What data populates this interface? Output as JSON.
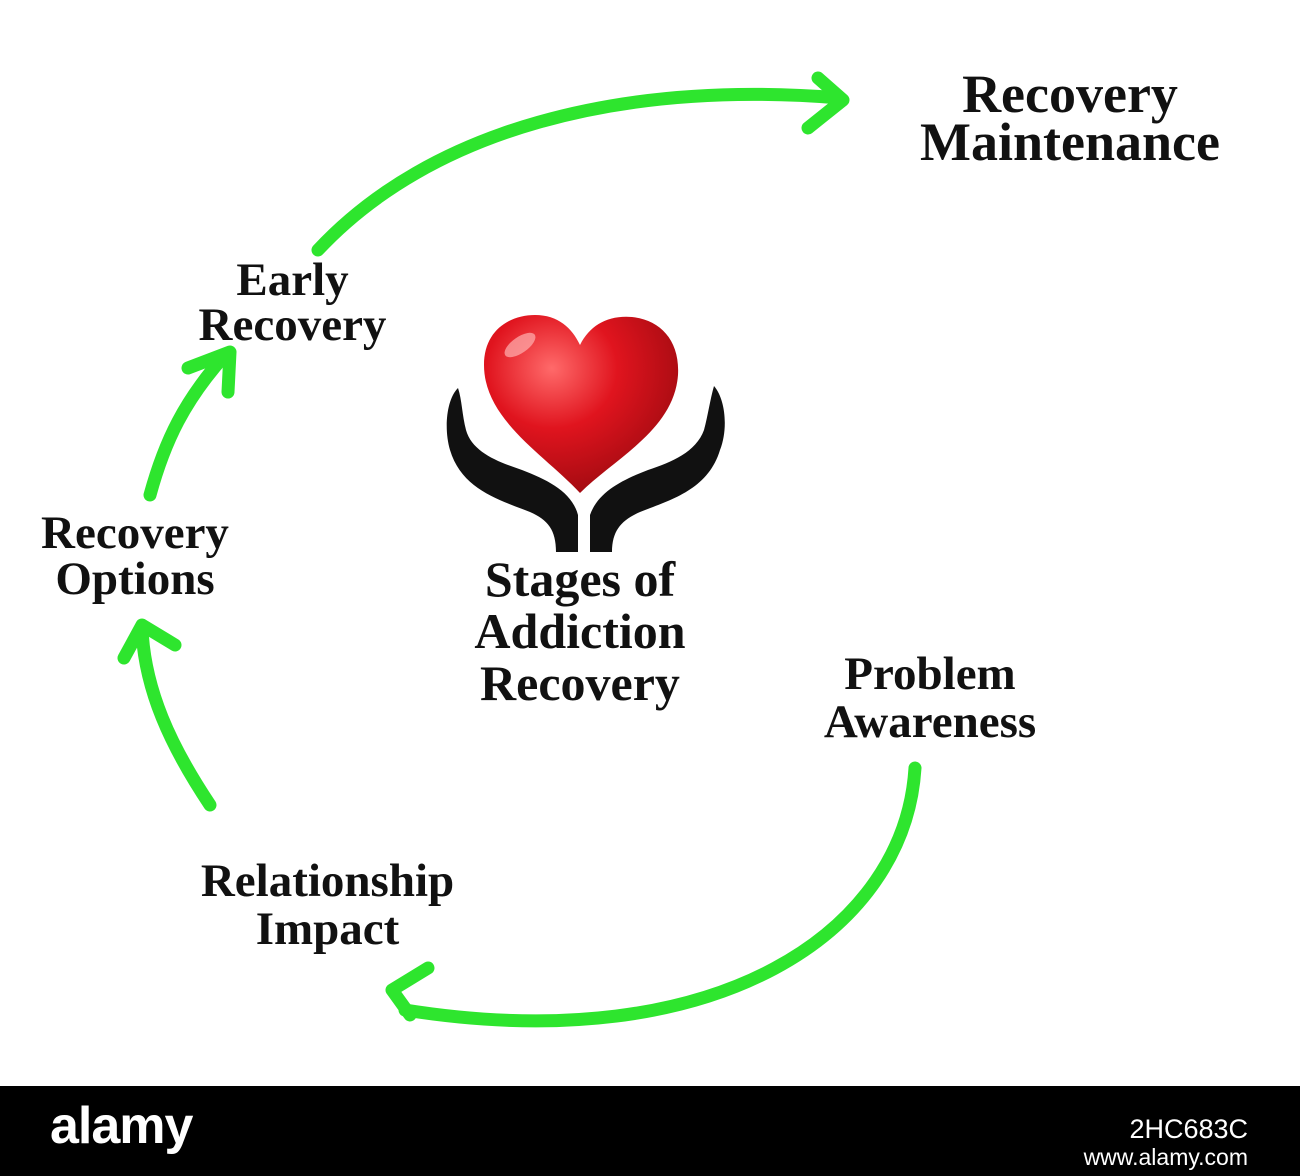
{
  "diagram": {
    "center": {
      "lines": [
        "Stages of",
        "Addiction",
        "Recovery"
      ]
    },
    "stages": {
      "recovery_maintenance": [
        "Recovery",
        "Maintenance"
      ],
      "early_recovery": [
        "Early",
        "Recovery"
      ],
      "recovery_options": [
        "Recovery",
        "Options"
      ],
      "problem_awareness": [
        "Problem",
        "Awareness"
      ],
      "relationship_impact": [
        "Relationship",
        "Impact"
      ]
    },
    "colors": {
      "arrow": "#2ee52e",
      "heart": "#e0141e",
      "hands": "#111111",
      "text": "#111111"
    },
    "icon": "hands-holding-heart-icon"
  },
  "footer": {
    "logo": "alamy",
    "image_code": "2HC683C",
    "url": "www.alamy.com"
  }
}
